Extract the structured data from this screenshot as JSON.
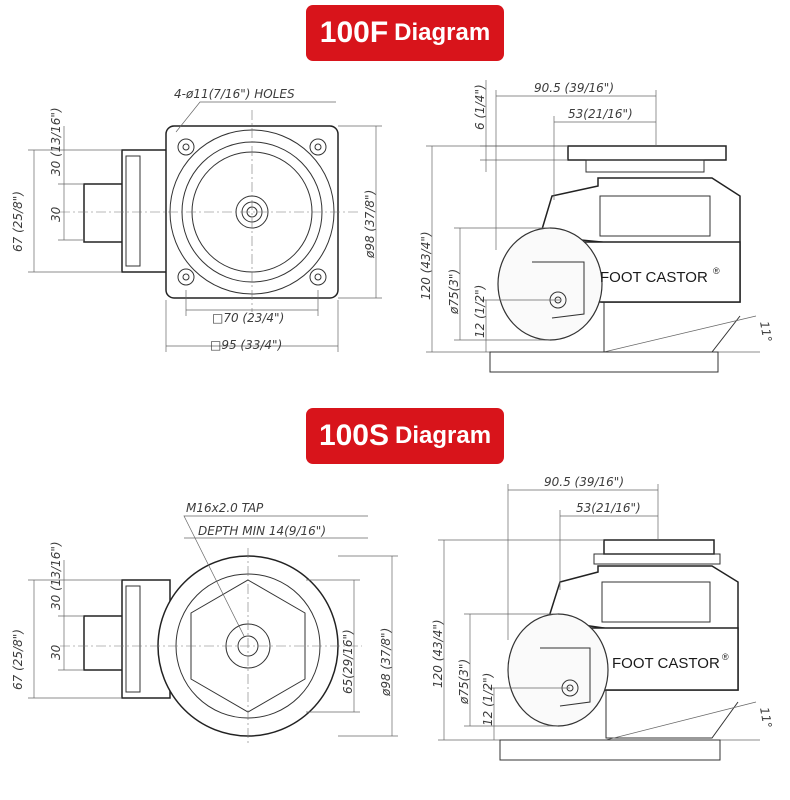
{
  "section_f": {
    "title_bold": "100F",
    "title_rest": "Diagram",
    "holes_note": "4-ø11(7/16\") HOLES",
    "dim_30_13_16": "30 (13/16\")",
    "dim_30": "30",
    "dim_67": "67 (25/8\")",
    "dim_98": "ø98 (37/8\")",
    "dim_70": "□70 (23/4\")",
    "dim_95": "□95 (33/4\")",
    "dim_905": "90.5 (39/16\")",
    "dim_53": "53(21/16\")",
    "dim_6": "6 (1/4\")",
    "dim_120": "120 (43/4\")",
    "dim_75": "ø75(3\")",
    "dim_12": "12 (1/2\")",
    "dim_11deg": "11°",
    "brand": "FOOT CASTOR",
    "reg": "®"
  },
  "section_s": {
    "title_bold": "100S",
    "title_rest": "Diagram",
    "tap_note": "M16x2.0 TAP",
    "depth_note": "DEPTH MIN 14(9/16\")",
    "dim_30_13_16": "30 (13/16\")",
    "dim_30": "30",
    "dim_67": "67 (25/8\")",
    "dim_65": "65(29/16\")",
    "dim_98": "ø98 (37/8\")",
    "dim_905": "90.5 (39/16\")",
    "dim_53": "53(21/16\")",
    "dim_120": "120 (43/4\")",
    "dim_75": "ø75(3\")",
    "dim_12": "12 (1/2\")",
    "dim_11deg": "11°",
    "brand": "FOOT CASTOR",
    "reg": "®"
  }
}
